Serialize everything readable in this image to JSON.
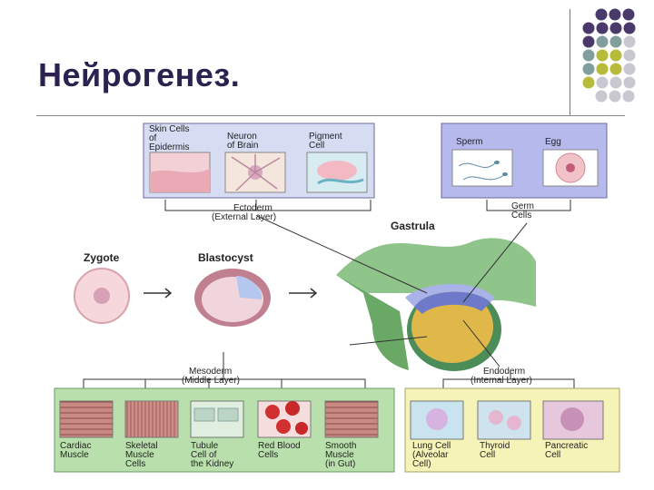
{
  "slide": {
    "title": "Нейрогенез."
  },
  "colors": {
    "title": "#2c2250",
    "purple": "#4a3a6b",
    "teal": "#7f9e9c",
    "olive": "#b8bb3a",
    "gray": "#c8c8d0"
  },
  "figure": {
    "ectoderm_cells": [
      {
        "l1": "Skin Cells",
        "l2": "of",
        "l3": "Epidermis"
      },
      {
        "l1": "Neuron",
        "l2": "of Brain",
        "l3": ""
      },
      {
        "l1": "Pigment",
        "l2": "Cell",
        "l3": ""
      }
    ],
    "germ_cells": [
      {
        "l1": "Sperm"
      },
      {
        "l1": "Egg"
      }
    ],
    "ectoderm_label": {
      "l1": "Ectoderm",
      "l2": "(External Layer)"
    },
    "germ_label": {
      "l1": "Germ",
      "l2": "Cells"
    },
    "gastrula": "Gastrula",
    "zygote": "Zygote",
    "blastocyst": "Blastocyst",
    "mesoderm_label": {
      "l1": "Mesoderm",
      "l2": "(Middle Layer)"
    },
    "endoderm_label": {
      "l1": "Endoderm",
      "l2": "(Internal Layer)"
    },
    "mesoderm_cells": [
      {
        "l1": "Cardiac",
        "l2": "Muscle",
        "l3": ""
      },
      {
        "l1": "Skeletal",
        "l2": "Muscle",
        "l3": "Cells"
      },
      {
        "l1": "Tubule",
        "l2": "Cell of",
        "l3": "the Kidney"
      },
      {
        "l1": "Red Blood",
        "l2": "Cells",
        "l3": ""
      },
      {
        "l1": "Smooth",
        "l2": "Muscle",
        "l3": "(in Gut)"
      }
    ],
    "endoderm_cells": [
      {
        "l1": "Lung Cell",
        "l2": "(Alveolar",
        "l3": "Cell)"
      },
      {
        "l1": "Thyroid",
        "l2": "Cell",
        "l3": ""
      },
      {
        "l1": "Pancreatic",
        "l2": "Cell",
        "l3": ""
      }
    ]
  }
}
